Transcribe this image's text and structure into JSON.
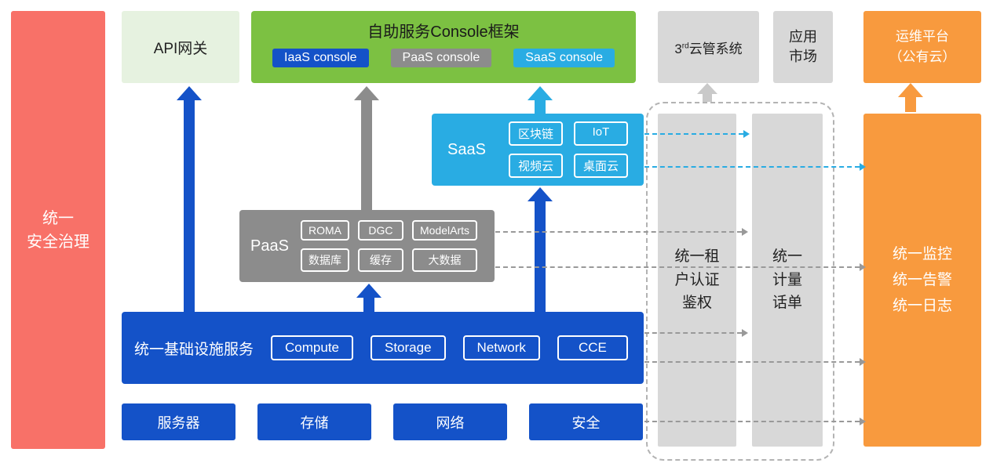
{
  "colors": {
    "red": "#f87168",
    "light_green": "#e6f2e0",
    "green": "#7cc142",
    "blue": "#1452c8",
    "cyan": "#29ace3",
    "gray": "#8c8c8c",
    "light_gray": "#d8d8d8",
    "orange": "#f89a3e"
  },
  "security_bar": {
    "label": "统一\n安全治理"
  },
  "api_gateway": {
    "label": "API网关"
  },
  "console_framework": {
    "title": "自助服务Console框架",
    "consoles": [
      {
        "label": "IaaS console"
      },
      {
        "label": "PaaS console"
      },
      {
        "label": "SaaS console"
      }
    ]
  },
  "third_party_cloud": {
    "prefix": "3",
    "superscript": "rd",
    "suffix": "云管系统"
  },
  "app_market": {
    "label": "应用\n市场"
  },
  "om_platform": {
    "label": "运维平台\n（公有云）"
  },
  "saas_layer": {
    "label": "SaaS",
    "items": [
      "区块链",
      "IoT",
      "视频云",
      "桌面云"
    ]
  },
  "paas_layer": {
    "label": "PaaS",
    "items": [
      "ROMA",
      "DGC",
      "ModelArts",
      "数据库",
      "缓存",
      "大数据"
    ]
  },
  "iaas_layer": {
    "label": "统一基础设施服务",
    "items": [
      "Compute",
      "Storage",
      "Network",
      "CCE"
    ]
  },
  "hardware_layer": {
    "items": [
      "服务器",
      "存储",
      "网络",
      "安全"
    ]
  },
  "auth_bar": {
    "label": "统一租\n户认证\n鉴权"
  },
  "metering_bar": {
    "label": "统一\n计量\n话单"
  },
  "monitoring_bar": {
    "label": "统一监控\n统一告警\n统一日志"
  }
}
